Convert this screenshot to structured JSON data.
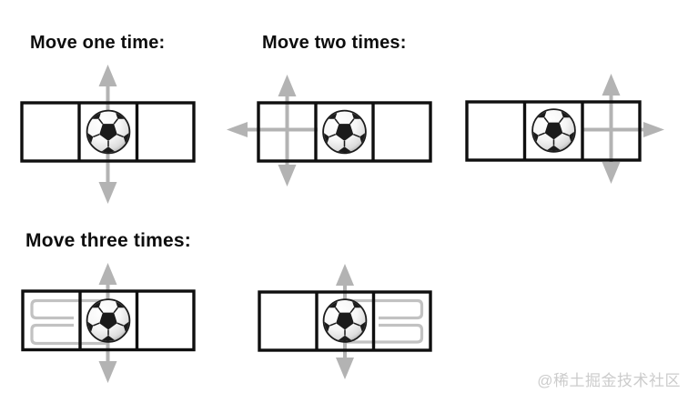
{
  "sections": {
    "move_one": {
      "label": "Move one time:"
    },
    "move_two": {
      "label": "Move two times:"
    },
    "move_three": {
      "label": "Move three times:"
    }
  },
  "watermark": {
    "text": "@稀土掘金技术社区"
  },
  "colors": {
    "background": "#ffffff",
    "box_border": "#0f0f0f",
    "arrow_gray": "#b3b3b3",
    "move_path_gray": "#c2c2c2",
    "label_text": "#0d0d0d",
    "watermark_text": "#cccccc"
  },
  "diagrams": [
    {
      "section": "move_one",
      "cells": 3,
      "ball_cell": "middle",
      "arrows": [
        "up",
        "down"
      ],
      "arrows_centered_on": "middle-cell"
    },
    {
      "section": "move_two",
      "cells": 3,
      "ball_cell": "middle",
      "arrows": [
        "up",
        "down",
        "left"
      ],
      "arrows_centered_on": "left-cell"
    },
    {
      "section": "move_two",
      "cells": 3,
      "ball_cell": "middle",
      "arrows": [
        "up",
        "down",
        "right"
      ],
      "arrows_centered_on": "right-cell"
    },
    {
      "section": "move_three",
      "cells": 3,
      "ball_cell": "middle",
      "arrows": [
        "up",
        "down"
      ],
      "zigzag_path_in": "left-cell"
    },
    {
      "section": "move_three",
      "cells": 3,
      "ball_cell": "middle",
      "arrows": [
        "up",
        "down"
      ],
      "zigzag_path_in": "right-cell"
    }
  ]
}
